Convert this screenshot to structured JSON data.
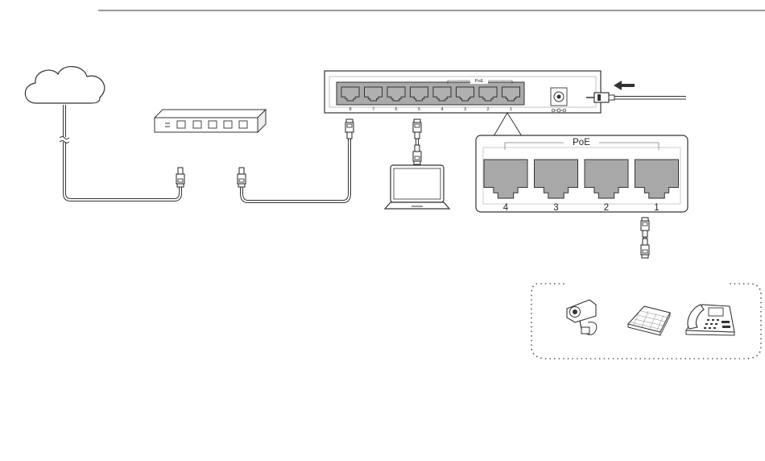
{
  "switch": {
    "ports": [
      "8",
      "7",
      "6",
      "5",
      "4",
      "3",
      "2",
      "1"
    ],
    "poe_label": "PoE"
  },
  "poe_detail": {
    "label": "PoE",
    "ports": [
      "4",
      "3",
      "2",
      "1"
    ]
  },
  "icons": {
    "internet": "cloud-icon",
    "router": "router-icon",
    "laptop": "laptop-icon",
    "camera": "ip-camera-icon",
    "access_point": "access-point-icon",
    "phone": "ip-phone-icon",
    "power": "power-adapter-icon"
  }
}
